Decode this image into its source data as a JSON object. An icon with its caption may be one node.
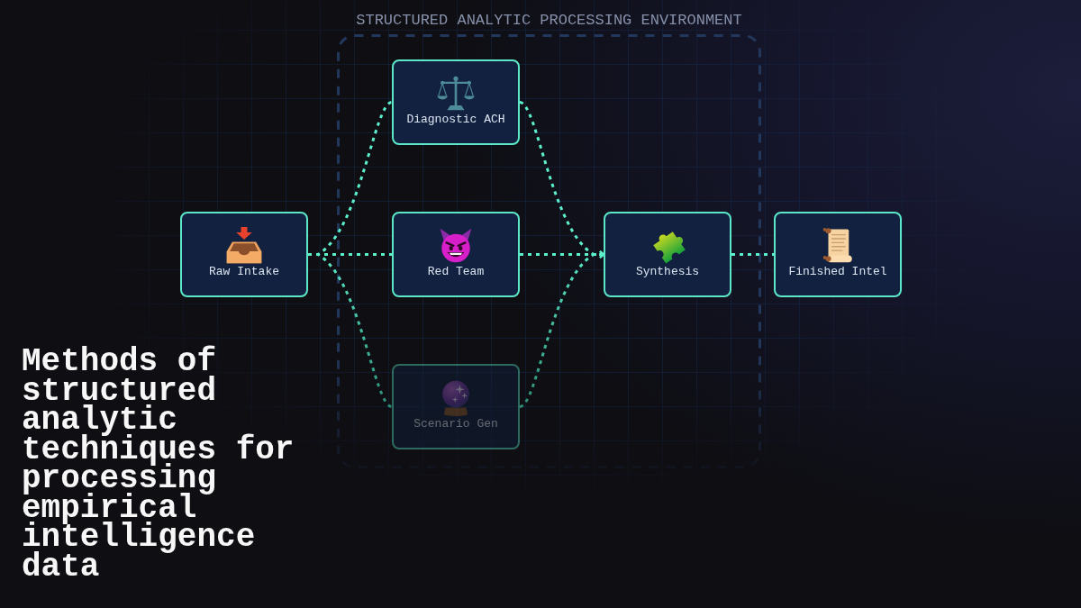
{
  "diagram": {
    "title": "Methods of structured analytic techniques for processing empirical intelligence data",
    "nodes": [
      {
        "text": [
          "STRUCTURED ANALYTIC PROCESSING ENVIRONMENT"
        ]
      },
      {
        "text": [
          "Raw Intake"
        ]
      },
      {
        "text": [
          "Diagnostic ACH"
        ],
        "in": 0
      },
      {
        "text": [
          "Red Team"
        ],
        "in": 0
      },
      {
        "text": [
          "Scenario Gen"
        ],
        "in": 0
      },
      {
        "text": [
          "Synthesis"
        ],
        "in": 0
      },
      {
        "text": [
          "Finished Intel"
        ]
      }
    ],
    "edges": [
      {
        "from": 1,
        "to": 2,
        "arrow": "none"
      },
      {
        "from": 1,
        "to": 3,
        "arrow": "none"
      },
      {
        "from": 1,
        "to": 4,
        "arrow": "none",
        "color": "#2d8a75"
      },
      {
        "from": 2,
        "to": 5,
        "arrow": "to"
      },
      {
        "from": 3,
        "to": 5,
        "arrow": "to"
      },
      {
        "from": 4,
        "to": 5,
        "arrow": "to",
        "color": "#2d8a75"
      },
      {
        "from": 5,
        "to": 6,
        "arrow": "none"
      }
    ]
  }
}
